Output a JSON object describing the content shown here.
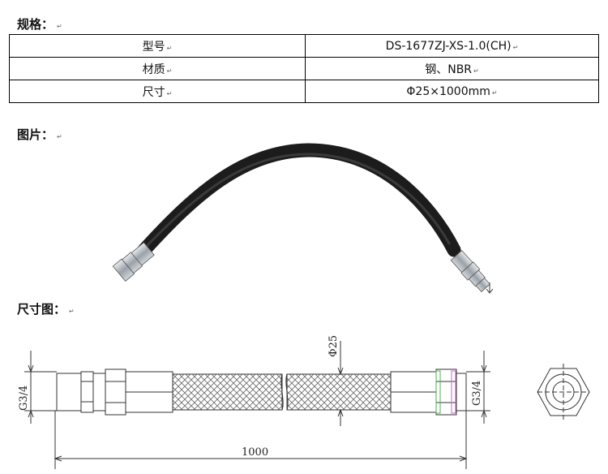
{
  "headings": {
    "spec": "规格：",
    "photo": "图片：",
    "dimension": "尺寸图："
  },
  "para_mark": "↵",
  "spec_table": {
    "rows": [
      {
        "label": "型号",
        "value": "DS-1677ZJ-XS-1.0(CH)"
      },
      {
        "label": "材质",
        "value": "钢、NBR"
      },
      {
        "label": "尺寸",
        "value": "Φ25×1000mm"
      }
    ]
  },
  "drawing": {
    "length_label": "1000",
    "diameter_label": "Φ25",
    "left_thread_label": "G3/4",
    "right_thread_label": "G3/4"
  },
  "colors": {
    "hose": "#1c1c1c",
    "fitting": "#b9bec3",
    "line": "#333333"
  }
}
